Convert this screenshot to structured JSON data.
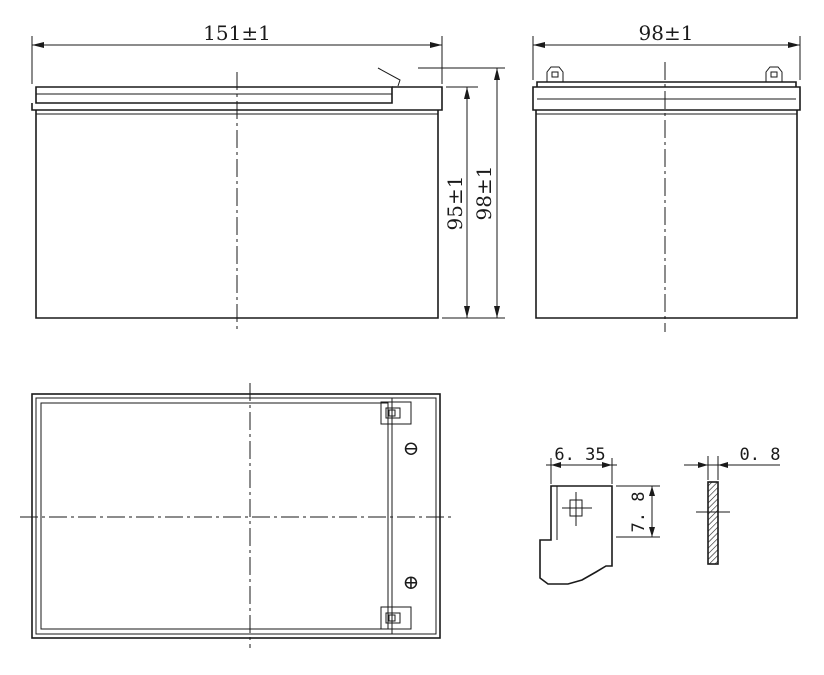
{
  "drawing": {
    "front_view": {
      "width_label": "151±1",
      "case_height_label": "95±1",
      "total_height_label": "98±1"
    },
    "side_view": {
      "width_label": "98±1"
    },
    "top_view": {
      "negative_symbol": "⊖",
      "positive_symbol": "⊕"
    },
    "terminal_detail": {
      "width_label": "6. 35",
      "height_label": "7. 8",
      "thickness_label": "0. 8"
    }
  },
  "colors": {
    "line": "#1a1a1a",
    "background": "#ffffff"
  }
}
